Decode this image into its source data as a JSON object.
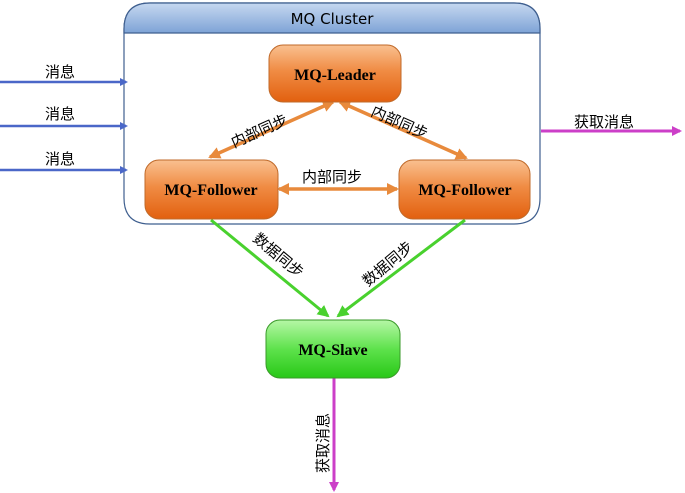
{
  "cluster": {
    "title": "MQ  Cluster"
  },
  "nodes": {
    "leader": "MQ-Leader",
    "follower_left": "MQ-Follower",
    "follower_right": "MQ-Follower",
    "slave": "MQ-Slave"
  },
  "edges": {
    "internal_sync_left": "内部同步",
    "internal_sync_right": "内部同步",
    "internal_sync_middle": "内部同步",
    "data_sync_left": "数据同步",
    "data_sync_right": "数据同步"
  },
  "inputs": [
    "消息",
    "消息",
    "消息"
  ],
  "outputs": {
    "cluster_out": "获取消息",
    "slave_out": "获取消息"
  },
  "colors": {
    "cluster_border": "#3f5f8f",
    "cluster_header": "#8fb1de",
    "orange_top": "#f7b27b",
    "orange_bottom": "#e8651a",
    "green_top": "#a8f59a",
    "green_bottom": "#2fd21f",
    "input_arrow": "#4a67c8",
    "sync_orange": "#e88a3c",
    "sync_green": "#49d12e",
    "output_magenta": "#cc3fc8"
  }
}
